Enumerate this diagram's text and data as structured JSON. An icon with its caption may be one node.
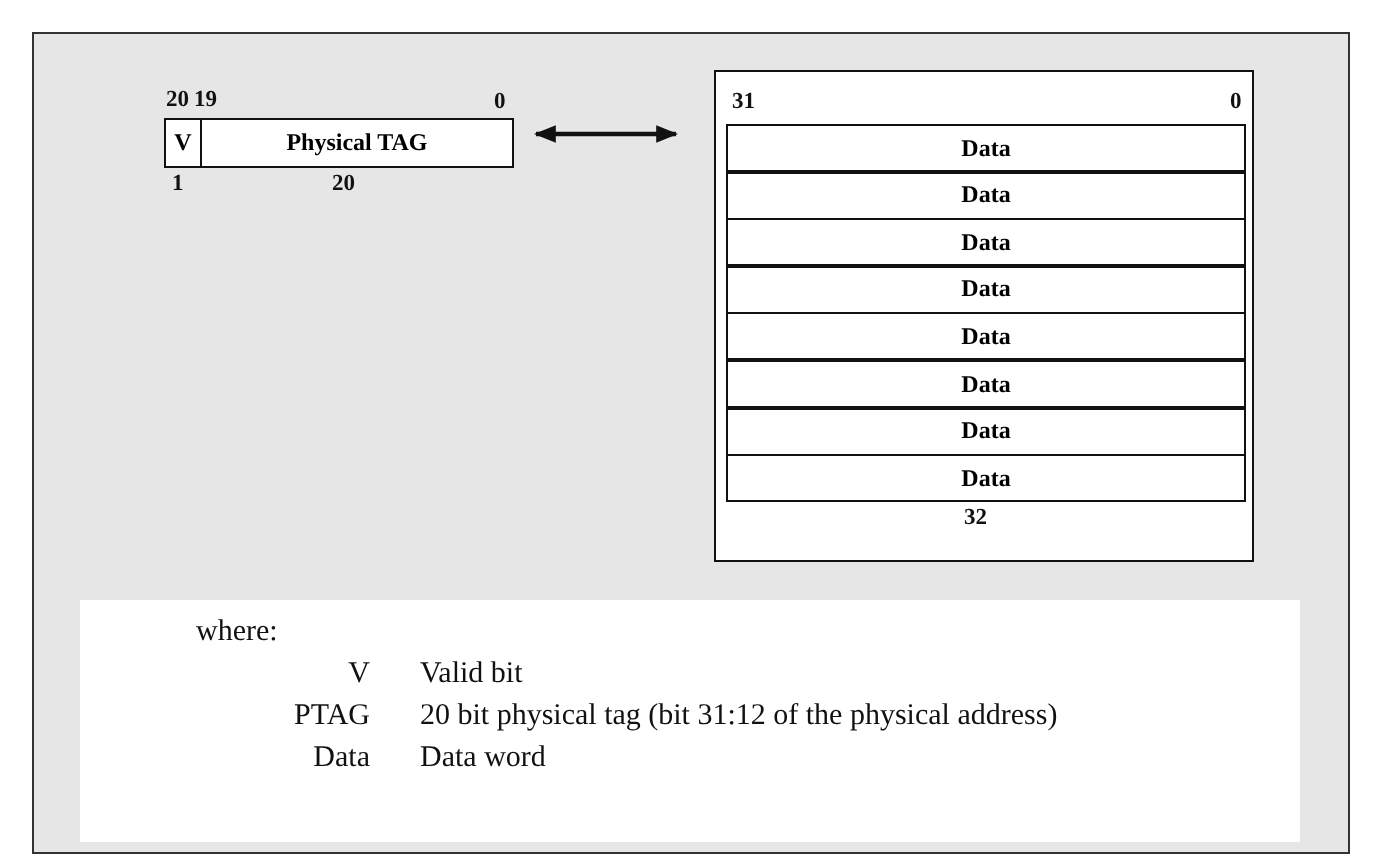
{
  "diagram": {
    "nodes": [
      {
        "text": [
          "V"
        ]
      },
      {
        "text": [
          "Physical TAG"
        ]
      },
      {
        "text": [],
        "shape": "box"
      },
      {
        "text": [
          "Data"
        ],
        "in": 2
      },
      {
        "text": [
          "Data"
        ],
        "in": 2
      },
      {
        "text": [
          "Data"
        ],
        "in": 2
      },
      {
        "text": [
          "Data"
        ],
        "in": 2
      },
      {
        "text": [
          "Data"
        ],
        "in": 2
      },
      {
        "text": [
          "Data"
        ],
        "in": 2
      },
      {
        "text": [
          "Data"
        ],
        "in": 2
      },
      {
        "text": [
          "Data"
        ],
        "in": 2
      }
    ],
    "edges": [
      {
        "from": 1,
        "to": 2,
        "arrow": "both"
      }
    ],
    "labels": [
      "20",
      "19",
      "0",
      "1",
      "20",
      "31",
      "0",
      "32",
      "where:",
      "V",
      "Valid bit",
      "PTAG",
      "20 bit physical tag (bit 31:12 of the physical address)",
      "Data",
      "Data word"
    ]
  }
}
